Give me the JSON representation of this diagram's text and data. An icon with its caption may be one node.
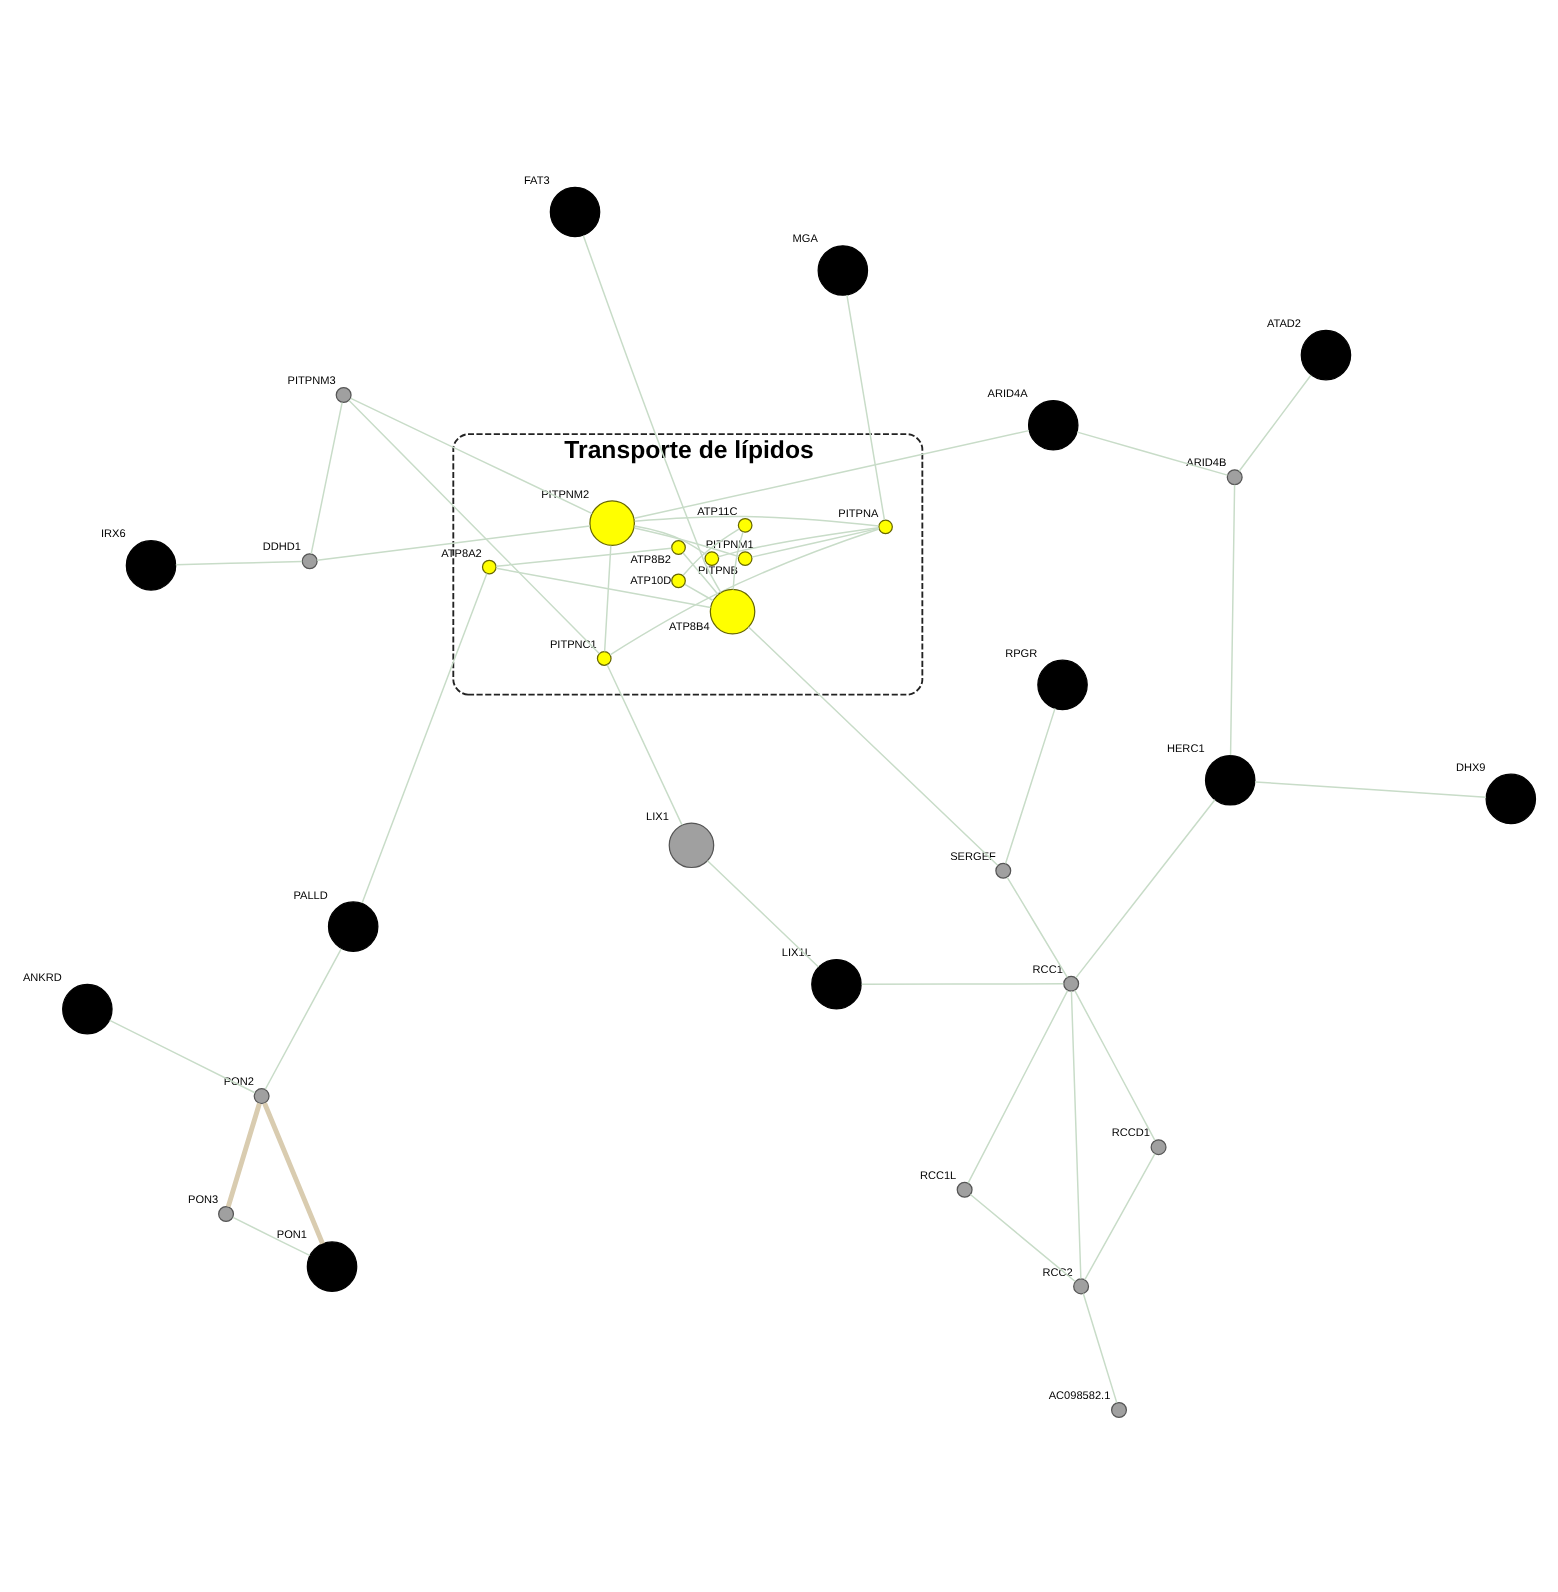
{
  "diagram": {
    "nodes": [
      {
        "text": [
          "Transporte de lípidos"
        ]
      },
      {
        "text": [
          "RCCD1"
        ]
      },
      {
        "text": [
          "AC098582.1"
        ]
      },
      {
        "text": [
          "RCC2"
        ]
      },
      {
        "text": [
          "RCC1L"
        ]
      },
      {
        "text": [
          "HERC1"
        ]
      },
      {
        "text": [
          "RPGR"
        ]
      },
      {
        "text": [
          "ARID4B"
        ]
      },
      {
        "text": [
          "ANKRD"
        ]
      },
      {
        "text": [
          "ARID4A"
        ]
      },
      {
        "text": [
          "FAT3"
        ]
      },
      {
        "text": [
          "PON3"
        ]
      },
      {
        "text": [
          "PITPNM3"
        ]
      },
      {
        "text": [
          "PON1"
        ]
      },
      {
        "text": [
          "PITPNM1"
        ],
        "in": 0
      },
      {
        "text": [
          "PITPNA"
        ],
        "in": 0
      },
      {
        "text": [
          "ATP8B2"
        ],
        "in": 0
      },
      {
        "text": [
          "ATP10D"
        ],
        "in": 0
      },
      {
        "text": [
          "PITPNB"
        ],
        "in": 0
      },
      {
        "text": [
          "ATP8A2"
        ],
        "in": 0
      },
      {
        "text": [
          "PITPNC1"
        ],
        "in": 0
      },
      {
        "text": [
          "PITPNM2"
        ],
        "in": 0
      },
      {
        "text": [
          "ATP8B4"
        ],
        "in": 0
      },
      {
        "text": [
          "ATP11C"
        ],
        "in": 0
      },
      {
        "text": [
          "IRX6"
        ]
      },
      {
        "text": [
          "DDHD1"
        ]
      },
      {
        "text": [
          "PON2"
        ]
      },
      {
        "text": [
          "PALLD"
        ]
      },
      {
        "text": [
          "SERGEF"
        ]
      },
      {
        "text": [
          "LIX1"
        ]
      },
      {
        "text": [
          "LIX1L"
        ]
      },
      {
        "text": [
          "RCC1"
        ]
      },
      {
        "text": [
          "MGA"
        ]
      },
      {
        "text": [
          "DHX9"
        ]
      },
      {
        "text": [
          "ATAD2"
        ]
      }
    ],
    "edges": [
      {
        "from": 13,
        "to": 26,
        "arrow": "none",
        "style": "thick",
        "color": "#d9ccb0"
      },
      {
        "from": 11,
        "to": 26,
        "arrow": "none",
        "style": "thick",
        "color": "#d9ccb0"
      },
      {
        "from": 11,
        "to": 13,
        "arrow": "none"
      },
      {
        "from": 12,
        "to": 20,
        "arrow": "none"
      },
      {
        "from": 12,
        "to": 21,
        "arrow": "none"
      },
      {
        "from": 12,
        "to": 25,
        "arrow": "none"
      },
      {
        "from": 9,
        "to": 21,
        "arrow": "none"
      },
      {
        "from": 9,
        "to": 7,
        "arrow": "none"
      },
      {
        "from": 7,
        "to": 5,
        "arrow": "none"
      },
      {
        "from": 1,
        "to": 3,
        "arrow": "none"
      },
      {
        "from": 3,
        "to": 4,
        "arrow": "none"
      },
      {
        "from": 2,
        "to": 3,
        "arrow": "none"
      },
      {
        "from": 31,
        "to": 4,
        "arrow": "none"
      },
      {
        "from": 31,
        "to": 3,
        "arrow": "none"
      },
      {
        "from": 31,
        "to": 1,
        "arrow": "none"
      },
      {
        "from": 31,
        "to": 28,
        "arrow": "none"
      },
      {
        "from": 6,
        "to": 28,
        "arrow": "none"
      },
      {
        "from": 8,
        "to": 26,
        "arrow": "none"
      },
      {
        "from": 15,
        "to": 14,
        "arrow": "none"
      },
      {
        "from": 15,
        "to": 18,
        "arrow": "none"
      },
      {
        "from": 15,
        "to": 20,
        "arrow": "none"
      },
      {
        "from": 15,
        "to": 21,
        "arrow": "none"
      },
      {
        "from": 14,
        "to": 21,
        "arrow": "none"
      },
      {
        "from": 18,
        "to": 21,
        "arrow": "none"
      },
      {
        "from": 20,
        "to": 21,
        "arrow": "none"
      },
      {
        "from": 22,
        "to": 17,
        "arrow": "none"
      },
      {
        "from": 22,
        "to": 16,
        "arrow": "none"
      },
      {
        "from": 22,
        "to": 19,
        "arrow": "none"
      },
      {
        "from": 22,
        "to": 23,
        "arrow": "none"
      },
      {
        "from": 16,
        "to": 19,
        "arrow": "none"
      },
      {
        "from": 17,
        "to": 23,
        "arrow": "none"
      },
      {
        "from": 24,
        "to": 25,
        "arrow": "none"
      },
      {
        "from": 25,
        "to": 21,
        "arrow": "none"
      },
      {
        "from": 20,
        "to": 29,
        "arrow": "none"
      },
      {
        "from": 29,
        "to": 30,
        "arrow": "none"
      },
      {
        "from": 30,
        "to": 31,
        "arrow": "none"
      },
      {
        "from": 26,
        "to": 27,
        "arrow": "none"
      },
      {
        "from": 32,
        "to": 15,
        "arrow": "none"
      },
      {
        "from": 33,
        "to": 5,
        "arrow": "none"
      },
      {
        "from": 34,
        "to": 7,
        "arrow": "none"
      },
      {
        "from": 10,
        "to": 22,
        "arrow": "none"
      },
      {
        "from": 27,
        "to": 19,
        "arrow": "none"
      },
      {
        "from": 28,
        "to": 22,
        "arrow": "none"
      },
      {
        "from": 5,
        "to": 31,
        "arrow": "none"
      }
    ]
  }
}
